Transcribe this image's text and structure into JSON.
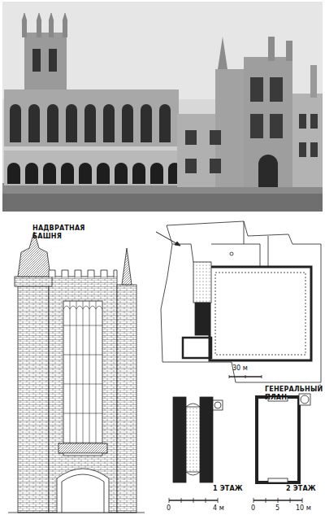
{
  "diagram": {
    "labels": [
      "НАДВРАТНАЯ БАШНЯ",
      "30 м",
      "ГЕНЕРАЛЬНЫЙ ПЛАН",
      "1 ЭТАЖ",
      "2 ЭТАЖ",
      "0",
      "4 м",
      "0",
      "5",
      "10 м"
    ]
  }
}
